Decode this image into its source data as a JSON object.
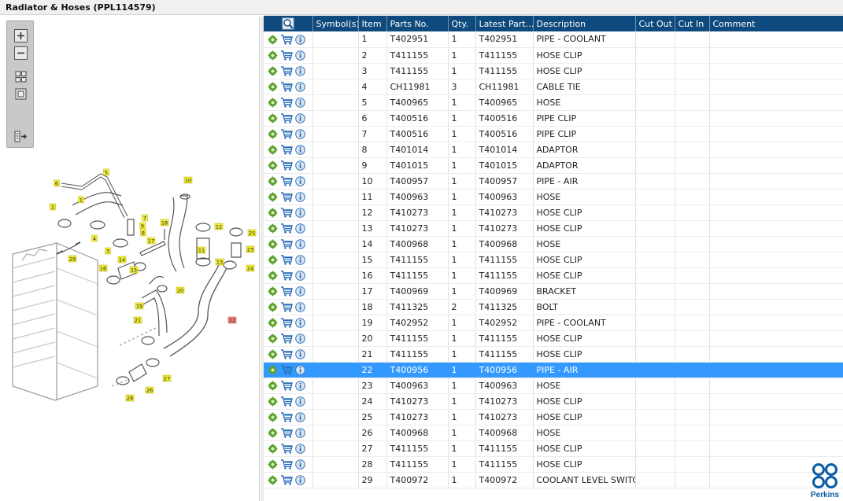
{
  "window": {
    "title": "Radiator & Hoses (PPL114579)"
  },
  "toolbar": {
    "buttons": [
      {
        "icon": "zoom-in-icon"
      },
      {
        "icon": "zoom-out-icon"
      },
      {
        "icon": "fit-all-icon"
      },
      {
        "icon": "fit-window-icon"
      },
      {
        "icon": "toggle-panel-icon"
      }
    ]
  },
  "diagram": {
    "callouts": [
      "1",
      "2",
      "3",
      "4",
      "5",
      "6",
      "7",
      "8",
      "9",
      "10",
      "11",
      "12",
      "13",
      "14",
      "15",
      "16",
      "17",
      "18",
      "19",
      "20",
      "21",
      "22",
      "23",
      "24",
      "25",
      "26",
      "27",
      "28",
      "29"
    ],
    "highlighted_callout": "22"
  },
  "grid": {
    "header_icon": "search-icon",
    "columns": [
      "Symbol(s)",
      "Item",
      "Parts No.",
      "Qty.",
      "Latest Part...",
      "Description",
      "Cut Out",
      "Cut In",
      "Comment"
    ],
    "selected_item": "22",
    "row_icons": [
      "details-icon",
      "cart-icon",
      "info-icon"
    ],
    "rows": [
      {
        "item": "1",
        "part": "T402951",
        "qty": "1",
        "latest": "T402951",
        "desc": "PIPE - COOLANT"
      },
      {
        "item": "2",
        "part": "T411155",
        "qty": "1",
        "latest": "T411155",
        "desc": "HOSE CLIP"
      },
      {
        "item": "3",
        "part": "T411155",
        "qty": "1",
        "latest": "T411155",
        "desc": "HOSE CLIP"
      },
      {
        "item": "4",
        "part": "CH11981",
        "qty": "3",
        "latest": "CH11981",
        "desc": "CABLE TIE"
      },
      {
        "item": "5",
        "part": "T400965",
        "qty": "1",
        "latest": "T400965",
        "desc": "HOSE"
      },
      {
        "item": "6",
        "part": "T400516",
        "qty": "1",
        "latest": "T400516",
        "desc": "PIPE CLIP"
      },
      {
        "item": "7",
        "part": "T400516",
        "qty": "1",
        "latest": "T400516",
        "desc": "PIPE CLIP"
      },
      {
        "item": "8",
        "part": "T401014",
        "qty": "1",
        "latest": "T401014",
        "desc": "ADAPTOR"
      },
      {
        "item": "9",
        "part": "T401015",
        "qty": "1",
        "latest": "T401015",
        "desc": "ADAPTOR"
      },
      {
        "item": "10",
        "part": "T400957",
        "qty": "1",
        "latest": "T400957",
        "desc": "PIPE - AIR"
      },
      {
        "item": "11",
        "part": "T400963",
        "qty": "1",
        "latest": "T400963",
        "desc": "HOSE"
      },
      {
        "item": "12",
        "part": "T410273",
        "qty": "1",
        "latest": "T410273",
        "desc": "HOSE CLIP"
      },
      {
        "item": "13",
        "part": "T410273",
        "qty": "1",
        "latest": "T410273",
        "desc": "HOSE CLIP"
      },
      {
        "item": "14",
        "part": "T400968",
        "qty": "1",
        "latest": "T400968",
        "desc": "HOSE"
      },
      {
        "item": "15",
        "part": "T411155",
        "qty": "1",
        "latest": "T411155",
        "desc": "HOSE CLIP"
      },
      {
        "item": "16",
        "part": "T411155",
        "qty": "1",
        "latest": "T411155",
        "desc": "HOSE CLIP"
      },
      {
        "item": "17",
        "part": "T400969",
        "qty": "1",
        "latest": "T400969",
        "desc": "BRACKET"
      },
      {
        "item": "18",
        "part": "T411325",
        "qty": "2",
        "latest": "T411325",
        "desc": "BOLT"
      },
      {
        "item": "19",
        "part": "T402952",
        "qty": "1",
        "latest": "T402952",
        "desc": "PIPE - COOLANT"
      },
      {
        "item": "20",
        "part": "T411155",
        "qty": "1",
        "latest": "T411155",
        "desc": "HOSE CLIP"
      },
      {
        "item": "21",
        "part": "T411155",
        "qty": "1",
        "latest": "T411155",
        "desc": "HOSE CLIP"
      },
      {
        "item": "22",
        "part": "T400956",
        "qty": "1",
        "latest": "T400956",
        "desc": "PIPE - AIR"
      },
      {
        "item": "23",
        "part": "T400963",
        "qty": "1",
        "latest": "T400963",
        "desc": "HOSE"
      },
      {
        "item": "24",
        "part": "T410273",
        "qty": "1",
        "latest": "T410273",
        "desc": "HOSE CLIP"
      },
      {
        "item": "25",
        "part": "T410273",
        "qty": "1",
        "latest": "T410273",
        "desc": "HOSE CLIP"
      },
      {
        "item": "26",
        "part": "T400968",
        "qty": "1",
        "latest": "T400968",
        "desc": "HOSE"
      },
      {
        "item": "27",
        "part": "T411155",
        "qty": "1",
        "latest": "T411155",
        "desc": "HOSE CLIP"
      },
      {
        "item": "28",
        "part": "T411155",
        "qty": "1",
        "latest": "T411155",
        "desc": "HOSE CLIP"
      },
      {
        "item": "29",
        "part": "T400972",
        "qty": "1",
        "latest": "T400972",
        "desc": "COOLANT LEVEL SWITCH"
      }
    ]
  },
  "brand": {
    "name": "Perkins",
    "color": "#0b5aa6"
  },
  "colors": {
    "header": "#0e4a7d",
    "selection": "#3399ff",
    "callout": "#f2ee3a",
    "callout_selected": "#f08080"
  }
}
